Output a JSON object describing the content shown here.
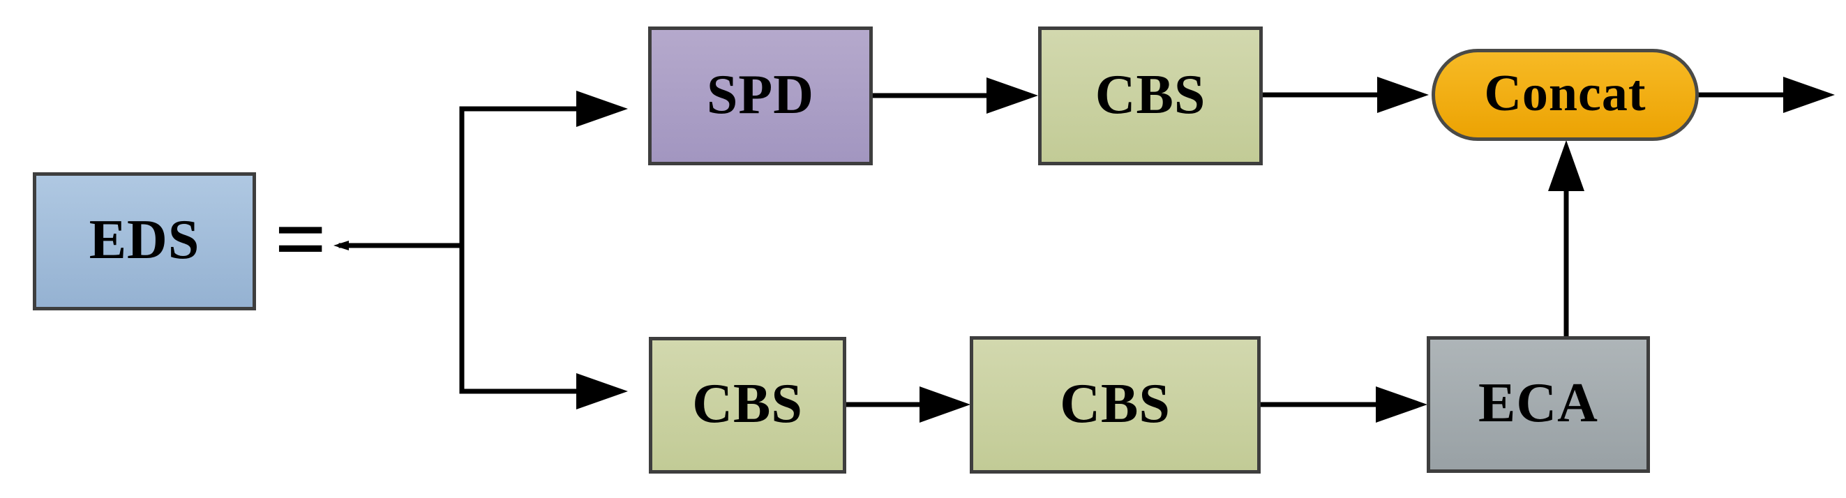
{
  "diagram": {
    "equals_operator": "=",
    "nodes": {
      "eds": {
        "label": "EDS",
        "fill_top": "#afc8e2",
        "fill_bottom": "#95b2d2"
      },
      "spd": {
        "label": "SPD",
        "fill_top": "#b5a9cc",
        "fill_bottom": "#a296c0"
      },
      "cbs_top": {
        "label": "CBS",
        "fill_top": "#d2d8ae",
        "fill_bottom": "#c2cb96"
      },
      "concat": {
        "label": "Concat",
        "fill_top": "#f7ba25",
        "fill_bottom": "#eca303"
      },
      "cbs_bottom_1": {
        "label": "CBS",
        "fill_top": "#d2d8ae",
        "fill_bottom": "#c2cb96"
      },
      "cbs_bottom_2": {
        "label": "CBS",
        "fill_top": "#d2d8ae",
        "fill_bottom": "#c2cb96"
      },
      "eca": {
        "label": "ECA",
        "fill_top": "#aeb5b8",
        "fill_bottom": "#99a1a5"
      }
    },
    "edges": [
      "eds-input -> split",
      "split -> spd",
      "split -> cbs_bottom_1",
      "spd -> cbs_top",
      "cbs_top -> concat",
      "cbs_bottom_1 -> cbs_bottom_2",
      "cbs_bottom_2 -> eca",
      "eca -> concat",
      "concat -> output"
    ],
    "colors": {
      "background": "#ffffff",
      "connector": "#000000",
      "node_border": "#3e3e3e",
      "text": "#000000"
    }
  }
}
